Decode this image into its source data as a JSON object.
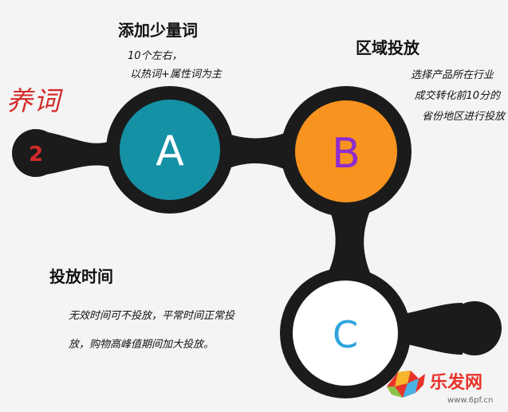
{
  "side_label": "养词",
  "start_node": "2",
  "nodes": [
    {
      "letter": "A",
      "color": "#1591a6",
      "text_color": "#ffffff"
    },
    {
      "letter": "B",
      "color": "#f7931e",
      "text_color": "#8e2bd1"
    },
    {
      "letter": "C",
      "color": "#ffffff",
      "text_color": "#2ea4de"
    }
  ],
  "block_a": {
    "title": "添加少量词",
    "line1": "10个左右，",
    "line2": "以热词+属性词为主"
  },
  "block_b": {
    "title": "区域投放",
    "line1": "选择产品所在行业",
    "line2": "成交转化前10分的",
    "line3": "省份地区进行投放"
  },
  "block_c": {
    "title": "投放时间",
    "line1": "无效时间可不投放，平常时间正常投",
    "line2": "放，购物高峰值期间加大投放。"
  },
  "watermark": {
    "brand": "乐发网",
    "url": "www.6pf.cn"
  },
  "colors": {
    "track": "#1b1b1b",
    "accent_red": "#d42a2a",
    "start_node_text": "#d42a2a"
  }
}
